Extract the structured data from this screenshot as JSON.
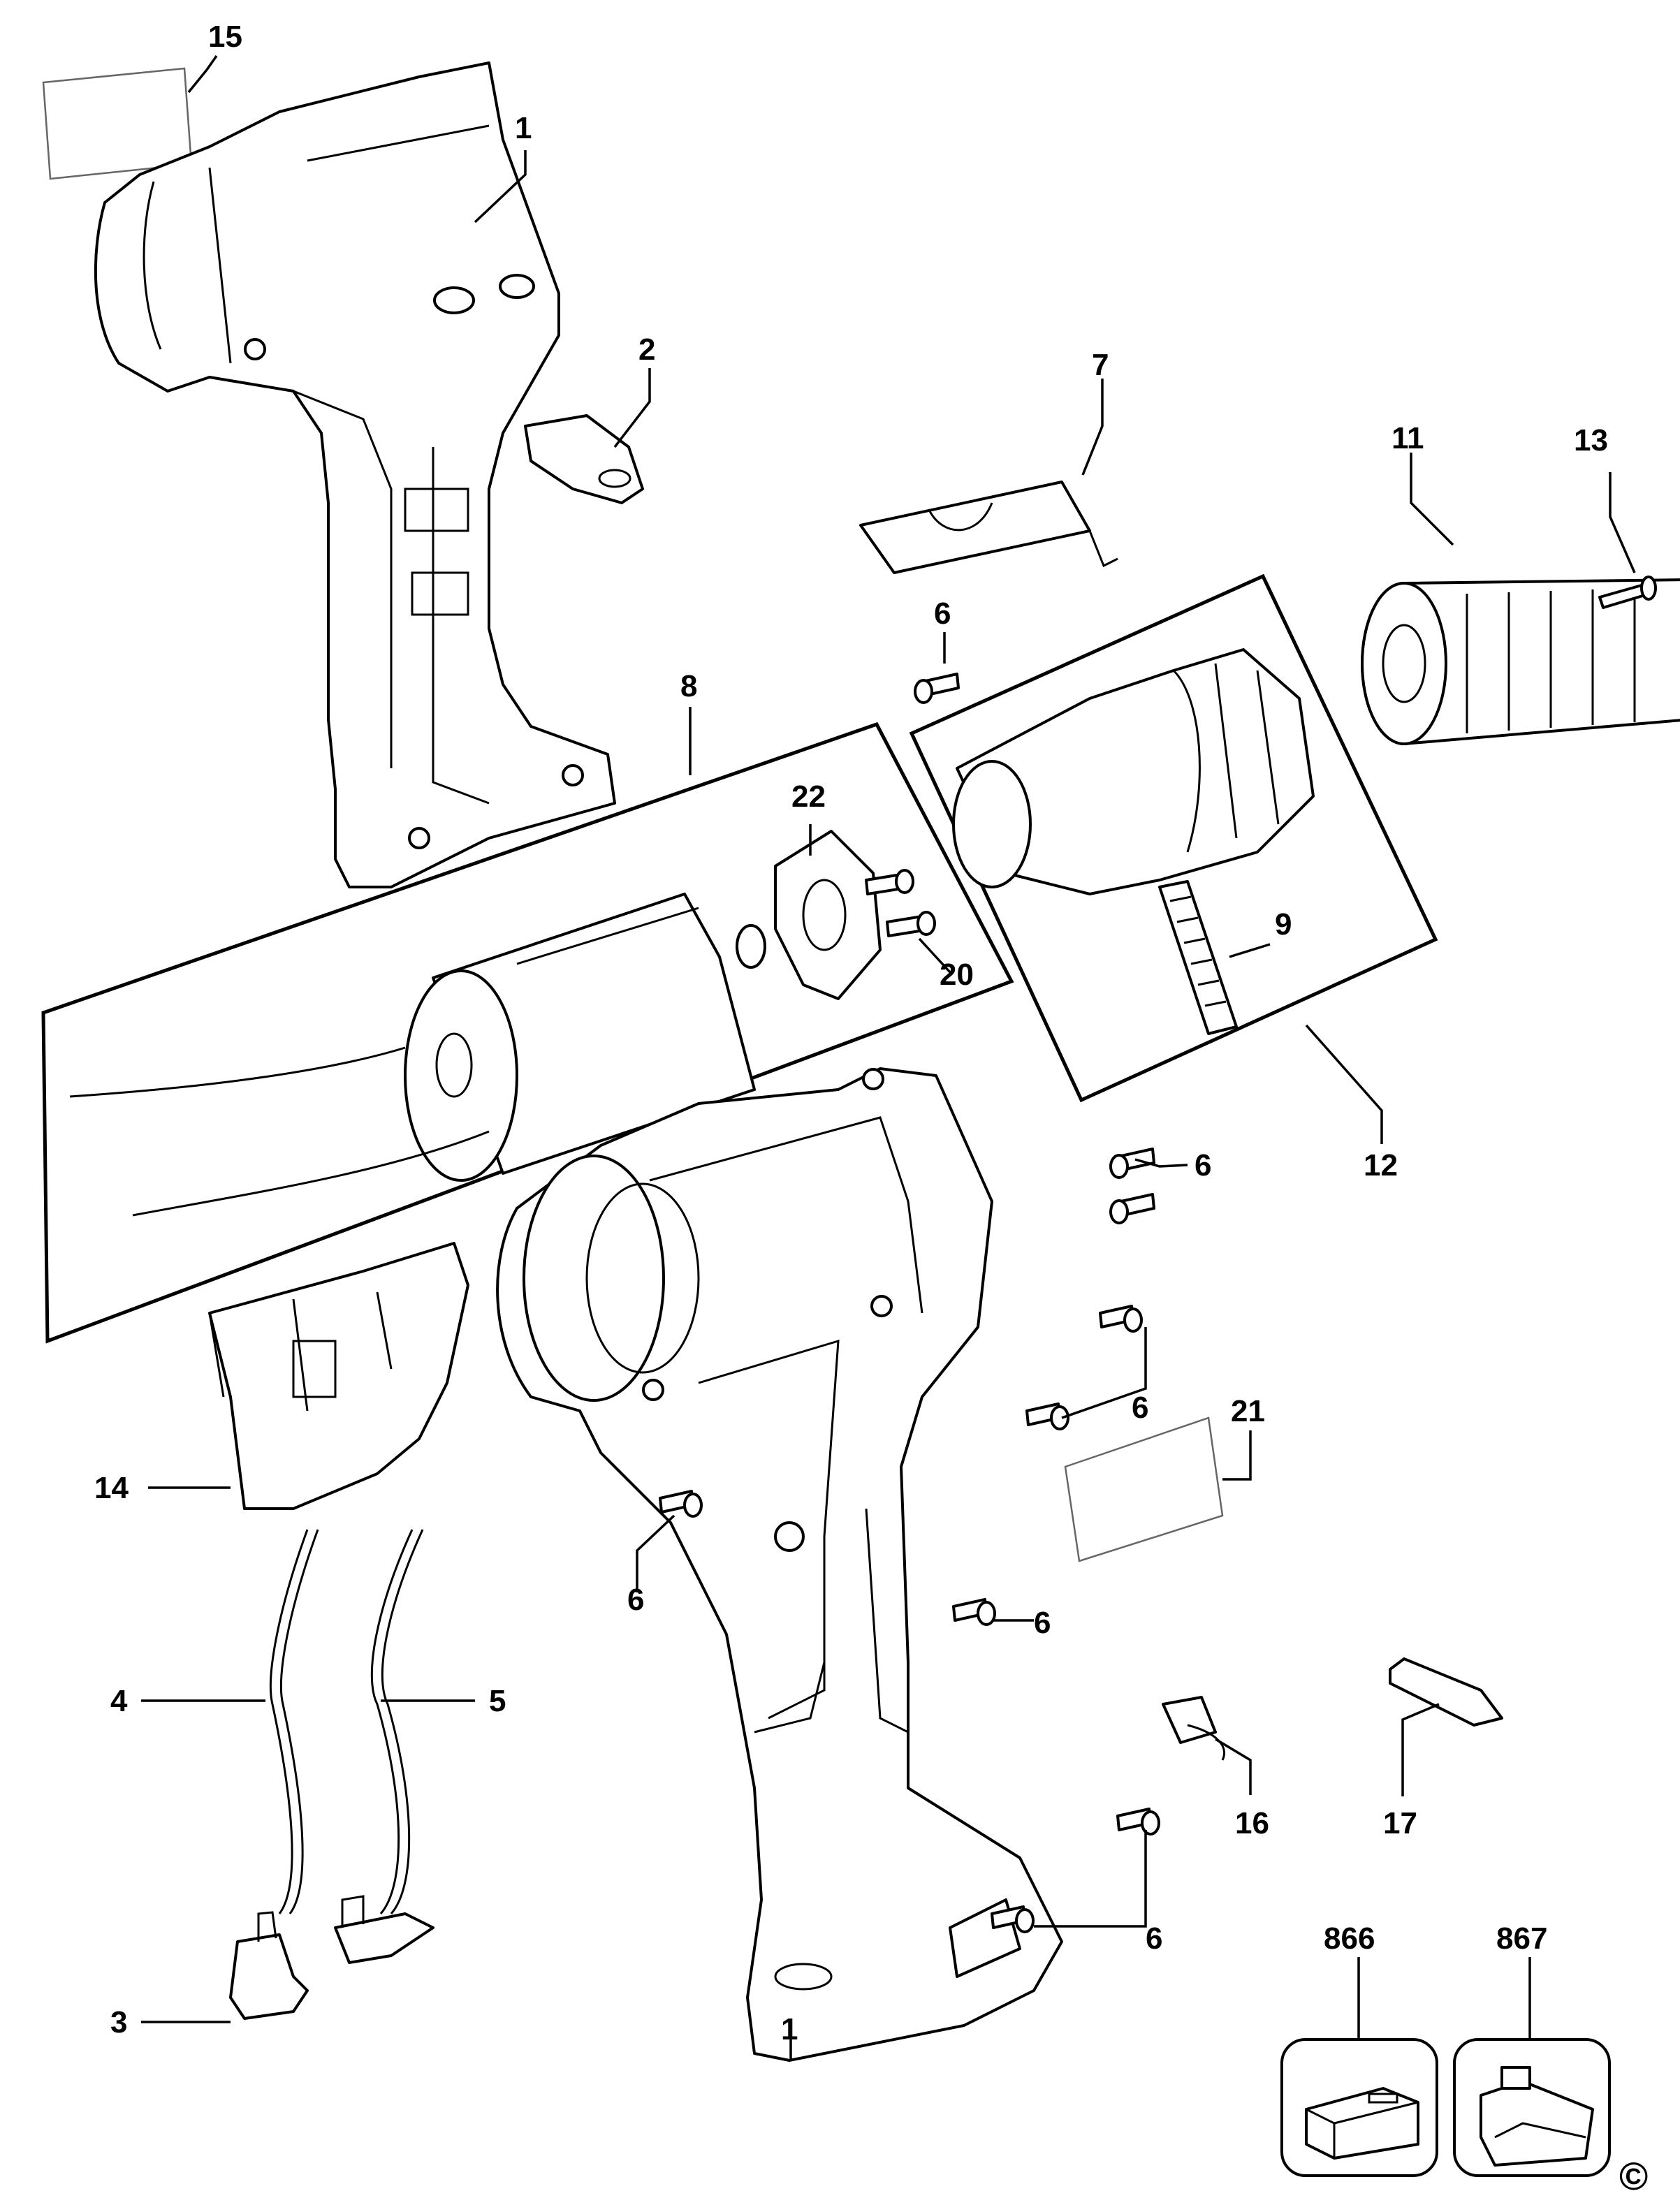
{
  "callouts": {
    "c1_top": "1",
    "c1_bottom": "1",
    "c2": "2",
    "c3": "3",
    "c4": "4",
    "c5": "5",
    "c6_a": "6",
    "c6_b": "6",
    "c6_c": "6",
    "c6_d": "6",
    "c6_e": "6",
    "c6_f": "6",
    "c7": "7",
    "c8": "8",
    "c9": "9",
    "c11": "11",
    "c12": "12",
    "c13": "13",
    "c14": "14",
    "c15": "15",
    "c16": "16",
    "c17": "17",
    "c20": "20",
    "c21": "21",
    "c22": "22",
    "c866": "866",
    "c867": "867"
  },
  "copyright_symbol": "©"
}
